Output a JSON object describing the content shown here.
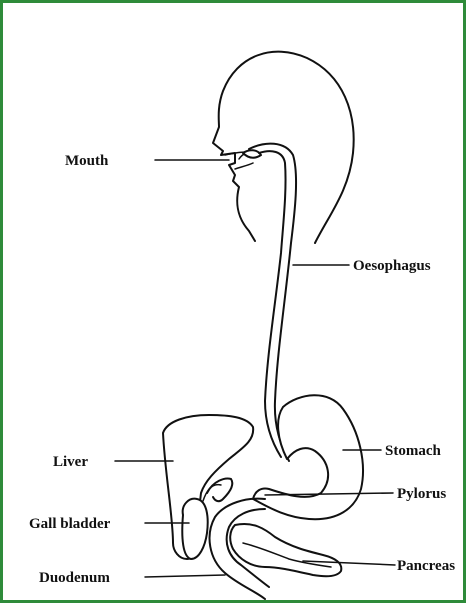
{
  "frame": {
    "border_color": "#2e8b3a"
  },
  "labels": {
    "mouth": "Mouth",
    "oesophagus": "Oesophagus",
    "liver": "Liver",
    "stomach": "Stomach",
    "gall_bladder": "Gall bladder",
    "pylorus": "Pylorus",
    "pancreas": "Pancreas",
    "duodenum": "Duodenum"
  }
}
